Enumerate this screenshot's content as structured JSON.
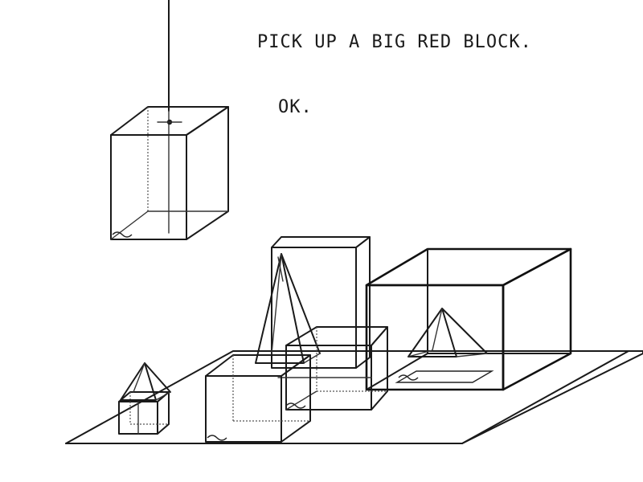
{
  "dialogue": {
    "command": "PICK UP A BIG RED BLOCK.",
    "response": "OK."
  },
  "colors": {
    "background": "#ffffff",
    "ink": "#1a1a1a"
  },
  "scene": {
    "objects": [
      "hand-arm",
      "held-block",
      "table-surface",
      "small-box",
      "small-pyramid",
      "tall-block",
      "tall-pyramid",
      "front-box",
      "middle-box",
      "large-box",
      "pyramid-in-box"
    ]
  }
}
